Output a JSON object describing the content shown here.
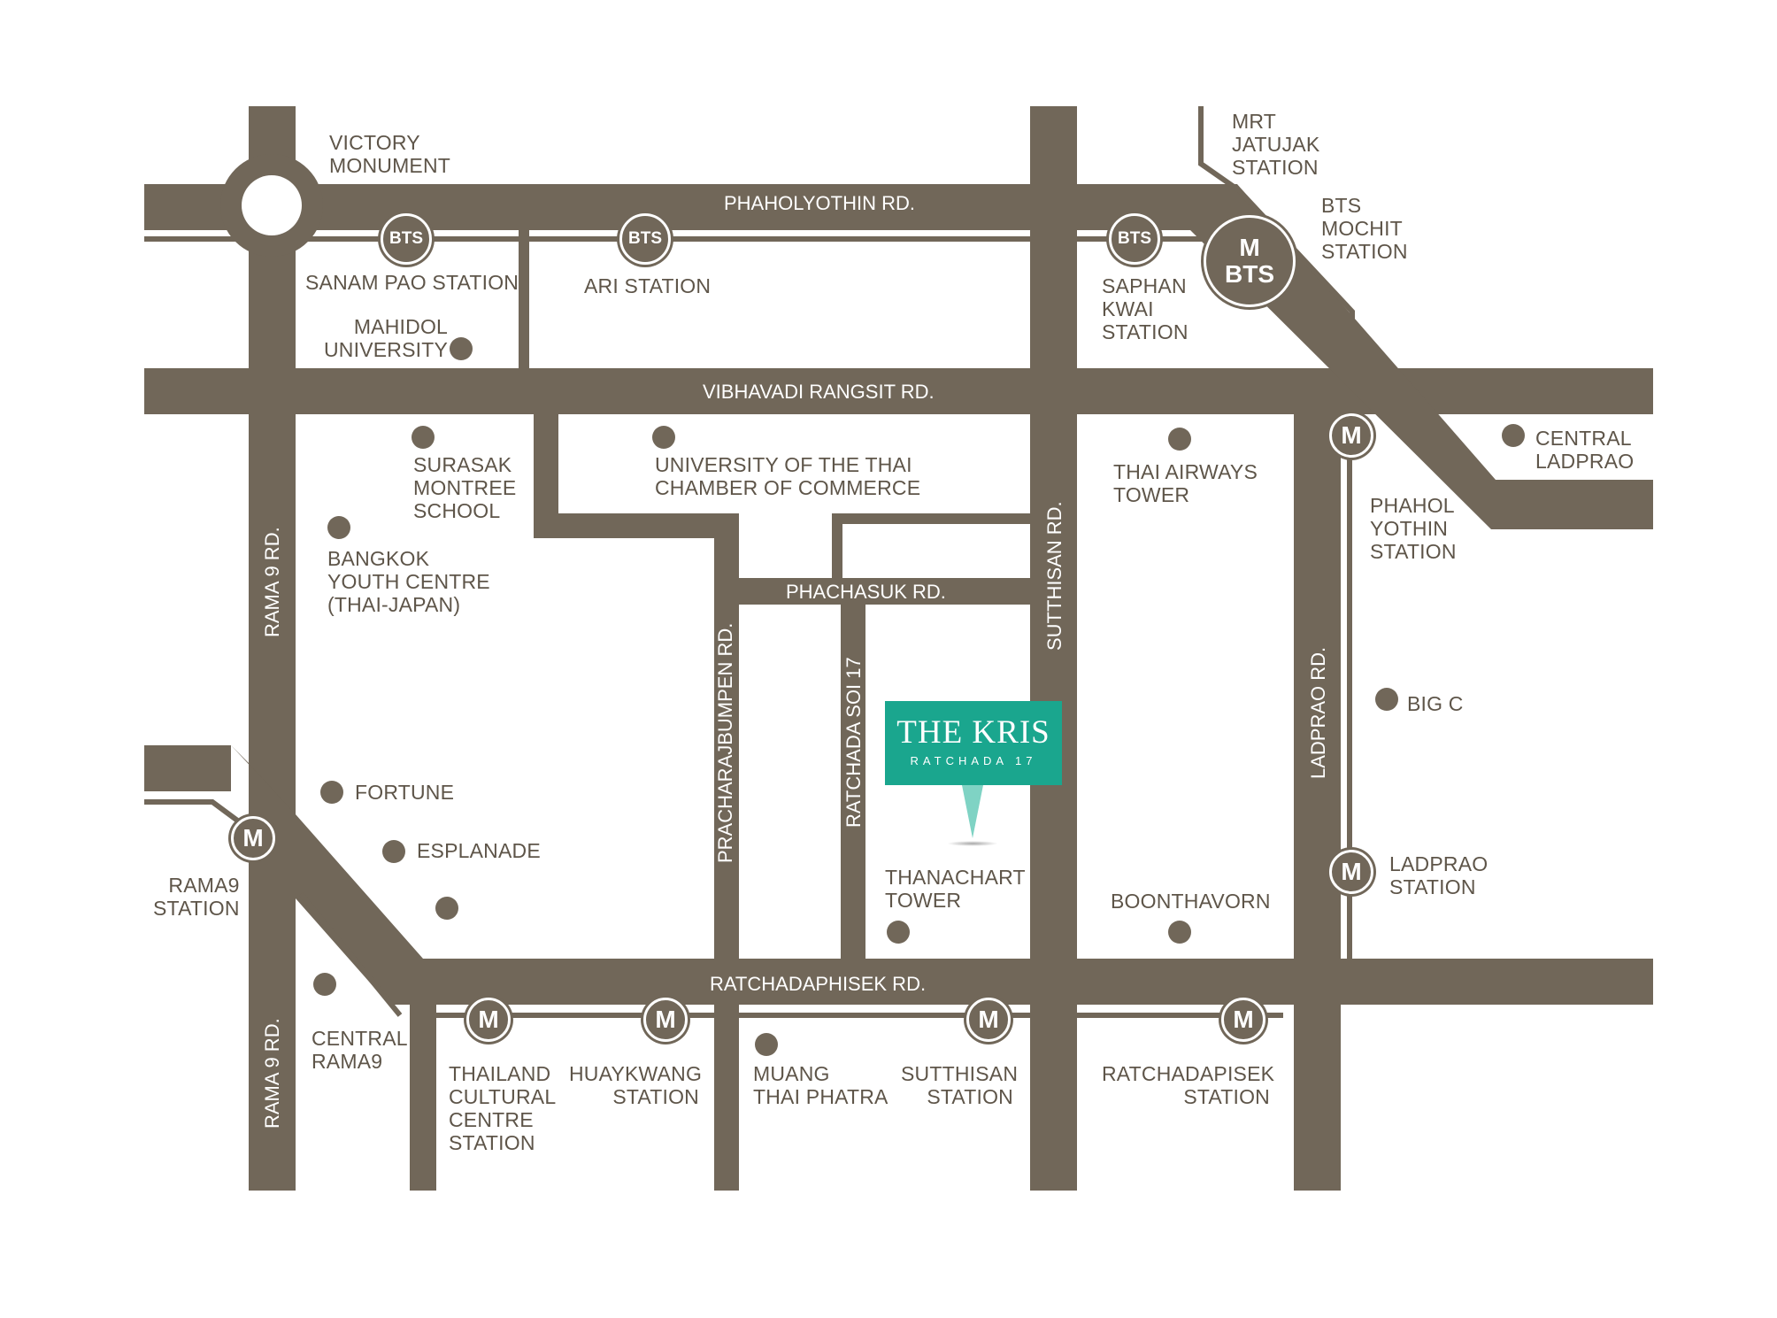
{
  "colors": {
    "road": "#716759",
    "text": "#5e5549",
    "accent": "#1aa68e",
    "background": "#ffffff"
  },
  "roads": {
    "phaholyothin": "PHAHOLYOTHIN RD.",
    "vibhavadi": "VIBHAVADI RANGSIT RD.",
    "phachasuk": "PHACHASUK RD.",
    "ratchadaphisek": "RATCHADAPHISEK RD.",
    "rama9_upper": "RAMA 9 RD.",
    "rama9_lower": "RAMA 9 RD.",
    "sutthisan": "SUTTHISAN RD.",
    "pracharajbumpen": "PRACHARAJBUMPEN RD.",
    "ratchada_soi17": "RATCHADA SOI 17",
    "ladprao": "LADPRAO RD."
  },
  "badges": {
    "bts": "BTS",
    "mrt": "M",
    "combo_top": "M",
    "combo_bottom": "BTS"
  },
  "labels": {
    "victory": "VICTORY\nMONUMENT",
    "sanam_pao": "SANAM PAO STATION",
    "ari": "ARI STATION",
    "saphan_kwai": "SAPHAN\nKWAI\nSTATION",
    "mrt_jatujak": "MRT\nJATUJAK\nSTATION",
    "bts_mochit": "BTS\nMOCHIT\nSTATION",
    "mahidol": "MAHIDOL\nUNIVERSITY",
    "surasak": "SURASAK\nMONTREE\nSCHOOL",
    "utcc": "UNIVERSITY OF THE THAI\nCHAMBER OF COMMERCE",
    "thai_airways": "THAI AIRWAYS\nTOWER",
    "central_ladprao": "CENTRAL\nLADPRAO",
    "phahol_yothin": "PHAHOL\nYOTHIN\nSTATION",
    "bangkok_youth": "BANGKOK\nYOUTH CENTRE\n(THAI-JAPAN)",
    "big_c": "BIG C",
    "fortune": "FORTUNE",
    "esplanade": "ESPLANADE",
    "rama9_station": "RAMA9\nSTATION",
    "thanachart": "THANACHART\nTOWER",
    "boonthavorn": "BOONTHAVORN",
    "ladprao_station": "LADPRAO\nSTATION",
    "central_rama9": "CENTRAL\nRAMA9",
    "thailand_cultural": "THAILAND\nCULTURAL\nCENTRE\nSTATION",
    "huaykwang": "HUAYKWANG\nSTATION",
    "muang_thai": "MUANG\nTHAI PHATRA",
    "sutthisan_station": "SUTTHISAN\nSTATION",
    "ratchadapisek_station": "RATCHADAPISEK\nSTATION"
  },
  "project": {
    "name": "THE KRIS",
    "subtitle": "RATCHADA 17"
  }
}
